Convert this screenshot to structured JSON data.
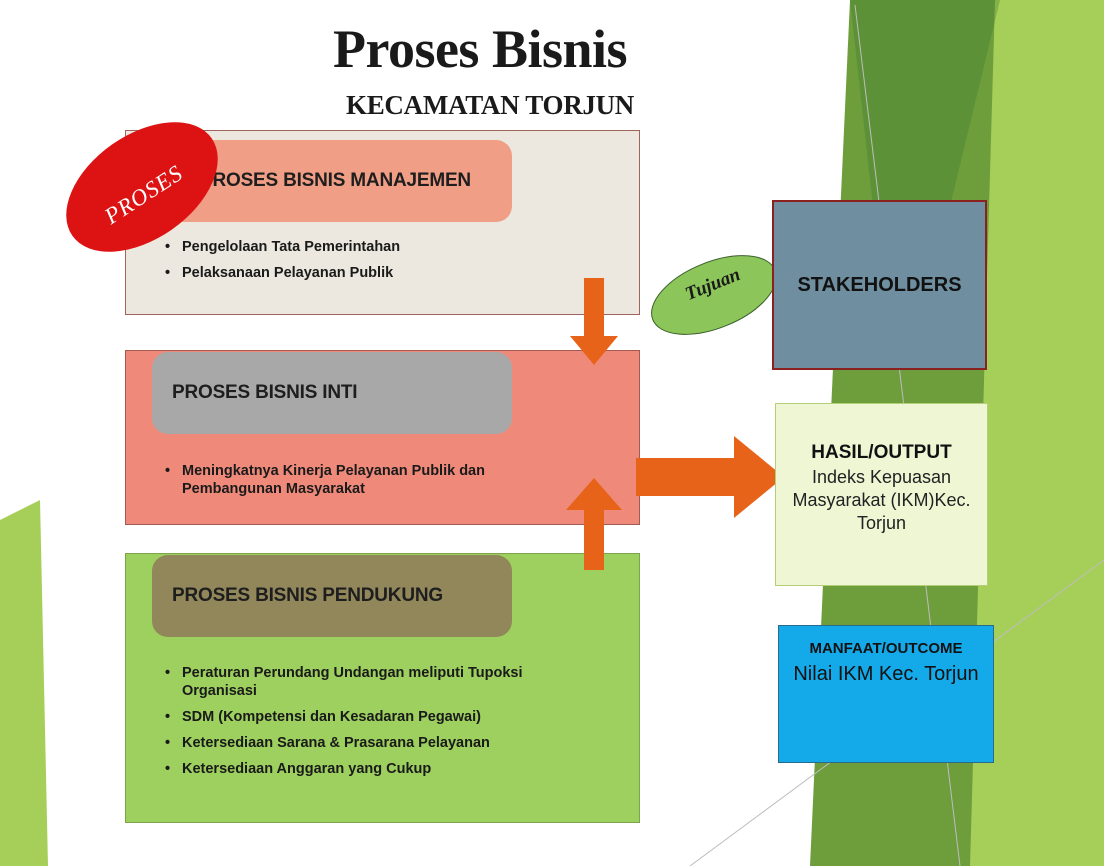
{
  "title": "Proses Bisnis",
  "subtitle": "KECAMATAN TORJUN",
  "proses_label": "PROSES",
  "tujuan_label": "Tujuan",
  "management": {
    "heading": "PROSES BISNIS MANAJEMEN",
    "items": [
      "Pengelolaan Tata Pemerintahan",
      "Pelaksanaan Pelayanan Publik"
    ]
  },
  "core": {
    "heading": "PROSES BISNIS INTI",
    "items": [
      "Meningkatnya Kinerja Pelayanan Publik  dan Pembangunan Masyarakat"
    ]
  },
  "support": {
    "heading": "PROSES BISNIS PENDUKUNG",
    "items": [
      "Peraturan Perundang Undangan meliputi Tupoksi Organisasi",
      "SDM (Kompetensi dan Kesadaran Pegawai)",
      "Ketersediaan Sarana & Prasarana Pelayanan",
      "Ketersediaan Anggaran yang Cukup"
    ]
  },
  "stakeholders": {
    "label": "STAKEHOLDERS"
  },
  "output": {
    "title": "HASIL/OUTPUT",
    "description": "Indeks Kepuasan Masyarakat (IKM)Kec. Torjun"
  },
  "outcome": {
    "title": "MANFAAT/OUTCOME",
    "description": "Nilai  IKM Kec. Torjun"
  },
  "colors": {
    "green_light": "#a6cf5a",
    "green_dark": "#6e9d3c",
    "arrow": "#e8631a",
    "proses_ellipse": "#dd1212",
    "tujuan_ellipse": "#8cc65a"
  }
}
